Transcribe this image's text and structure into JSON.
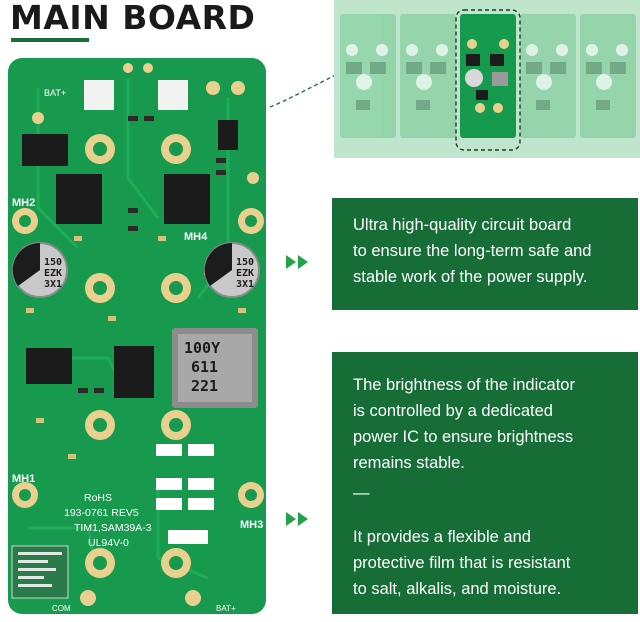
{
  "header": {
    "title": "MAIN BOARD"
  },
  "board_labels": {
    "bat_plus": "BAT+",
    "mh2": "MH2",
    "mh4": "MH4",
    "mh1": "MH1",
    "mh3": "MH3",
    "cap_left": [
      "150",
      "EZK",
      "3X1"
    ],
    "cap_right": [
      "150",
      "EZK",
      "3X1"
    ],
    "inductor": [
      "100Y",
      "611",
      "221"
    ],
    "rohs": "RoHS",
    "silk_line1": "193-0761 REV5",
    "silk_line2": "TIM1,SAM39A-3",
    "silk_line3": "UL94V-0",
    "com": "COM",
    "bat_bottom": "BAT+"
  },
  "panels": [
    {
      "lines": [
        "Ultra high-quality circuit board",
        "to ensure the long-term safe and",
        "stable work of the power supply."
      ]
    },
    {
      "lines": [
        "The brightness of the indicator",
        "is controlled by a dedicated",
        "power IC to ensure brightness",
        "remains stable."
      ],
      "dash": "—",
      "lines2": [
        "It provides a flexible and",
        "protective film that is resistant",
        "to salt, alkalis,  and moisture."
      ]
    }
  ],
  "colors": {
    "board_green": "#179a4e",
    "panel_green": "#166d36",
    "arrow_green": "#22a24a",
    "pad_gold": "#e9d08e"
  }
}
